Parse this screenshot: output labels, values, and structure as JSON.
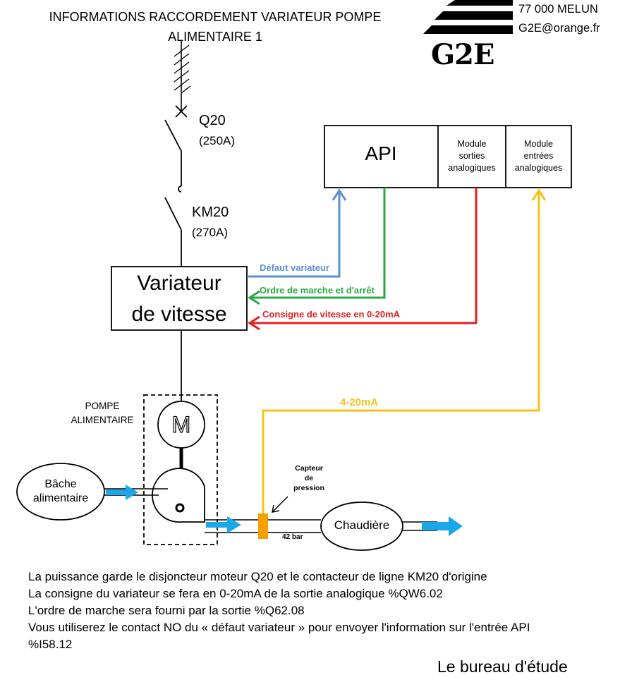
{
  "title": {
    "line1": "INFORMATIONS RACCORDEMENT VARIATEUR POMPE",
    "line2": "ALIMENTAIRE 1"
  },
  "company": {
    "logo_text": "G2E",
    "address": "77 000 MELUN",
    "email": "G2E@orange.fr"
  },
  "breakers": {
    "q20_name": "Q20",
    "q20_rating": "(250A)",
    "km20_name": "KM20",
    "km20_rating": "(270A)"
  },
  "plc": {
    "api_label": "API",
    "module_out": [
      "Module",
      "sorties",
      "analogiques"
    ],
    "module_in": [
      "Module",
      "entrées",
      "analogiques"
    ]
  },
  "vfd": {
    "line1": "Variateur",
    "line2": "de vitesse"
  },
  "signals": {
    "fault": "Défaut variateur",
    "run": "Ordre de marche et d'arrêt",
    "speed": "Consigne de vitesse en 0-20mA",
    "sensor": "4-20mA",
    "colors": {
      "fault": "#5b8fd0",
      "run": "#2aa845",
      "speed": "#e02020",
      "sensor": "#f5c218",
      "flow": "#1aa8e8"
    }
  },
  "pump": {
    "label": [
      "POMPE",
      "ALIMENTAIRE"
    ],
    "motor": "M"
  },
  "tank": [
    "Bâche",
    "alimentaire"
  ],
  "sensor_label": [
    "Capteur",
    "de",
    "pression"
  ],
  "pressure": "42 bar",
  "boiler": "Chaudière",
  "notes": [
    "La puissance garde le disjoncteur moteur Q20 et le contacteur de ligne KM20 d'origine",
    "La consigne du variateur se fera en 0-20mA de la sortie analogique %QW6.02",
    "L'ordre de marche sera fourni par la sortie %Q62.08",
    "Vous utiliserez le contact NO du « défaut  variateur » pour envoyer l'information sur l'entrée API",
    "%I58.12"
  ],
  "signature": "Le bureau d'étude"
}
